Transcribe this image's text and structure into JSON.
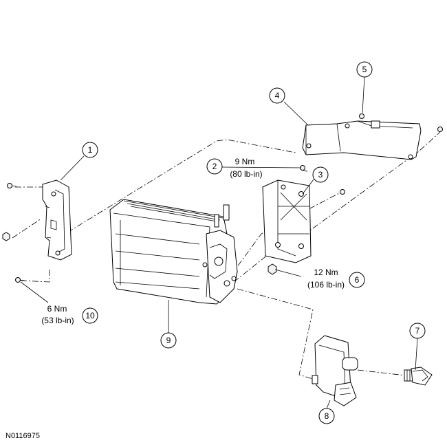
{
  "figure_id": "N0116975",
  "callouts": [
    {
      "id": "c1",
      "number": "1"
    },
    {
      "id": "c2",
      "number": "2"
    },
    {
      "id": "c3",
      "number": "3"
    },
    {
      "id": "c4",
      "number": "4"
    },
    {
      "id": "c5",
      "number": "5"
    },
    {
      "id": "c6",
      "number": "6"
    },
    {
      "id": "c7",
      "number": "7"
    },
    {
      "id": "c8",
      "number": "8"
    },
    {
      "id": "c9",
      "number": "9"
    },
    {
      "id": "c10",
      "number": "10"
    }
  ],
  "torque_specs": {
    "c2": {
      "nm": "9 Nm",
      "lbin": "(80 lb-in)"
    },
    "c6": {
      "nm": "12 Nm",
      "lbin": "(106 lb-in)"
    },
    "c10": {
      "nm": "6 Nm",
      "lbin": "(53 lb-in)"
    }
  }
}
